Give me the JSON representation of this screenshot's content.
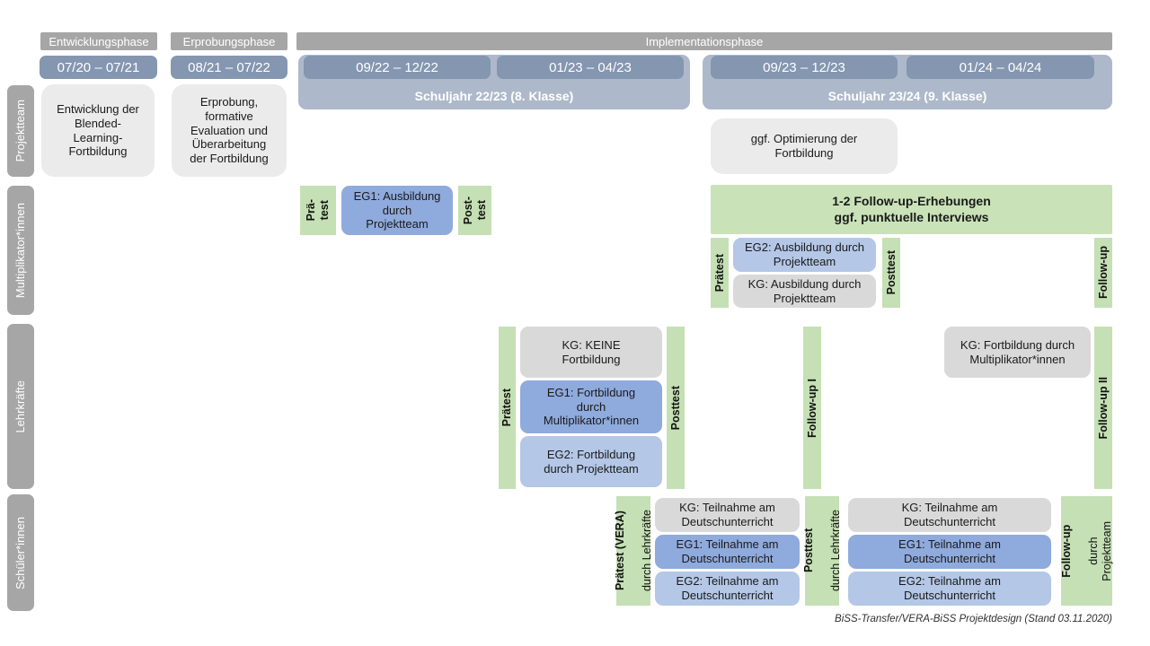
{
  "palette": {
    "phase_gray": "#a6a6a6",
    "date_blue": "#8496b0",
    "schoolyear_blue": "#adb9ca",
    "box_light_gray": "#ebebeb",
    "kg_gray": "#d9d9d9",
    "eg1_blue": "#8faadc",
    "eg2_blue": "#b4c7e7",
    "test_green": "#c5e0b4"
  },
  "phases": {
    "entwicklung": "Entwicklungsphase",
    "erprobung": "Erprobungsphase",
    "implementation": "Implementationsphase"
  },
  "dates": {
    "d1": "07/20 – 07/21",
    "d2": "08/21 – 07/22",
    "d3": "09/22 – 12/22",
    "d4": "01/23 – 04/23",
    "d5": "09/23 – 12/23",
    "d6": "01/24 – 04/24"
  },
  "schoolyears": {
    "y1": "Schuljahr 22/23 (8. Klasse)",
    "y2": "Schuljahr 23/24 (9. Klasse)"
  },
  "row_labels": {
    "projektteam": "Projektteam",
    "multiplikatoren": "Multiplikator*innen",
    "lehrkraefte": "Lehrkräfte",
    "schueler": "Schüler*innen"
  },
  "projektteam": {
    "entwicklung": "Entwicklung der\nBlended-\nLearning-\nFortbildung",
    "erprobung": "Erprobung,\nformative\nEvaluation und\nÜberarbeitung\nder Fortbildung",
    "optimierung": "ggf. Optimierung der\nFortbildung"
  },
  "multiplikatoren": {
    "praetest_1": "Prä-\ntest",
    "eg1": "EG1: Ausbildung\ndurch\nProjektteam",
    "posttest_1": "Post-\ntest",
    "followup_box": "1-2 Follow-up-Erhebungen\nggf. punktuelle Interviews",
    "praetest_2": "Prätest",
    "eg2": "EG2: Ausbildung durch\nProjektteam",
    "kg": "KG: Ausbildung durch\nProjektteam",
    "posttest_2": "Posttest",
    "followup": "Follow-up"
  },
  "lehrkraefte": {
    "praetest": "Prätest",
    "kg": "KG: KEINE\nFortbildung",
    "eg1": "EG1: Fortbildung\ndurch\nMultiplikator*innen",
    "eg2": "EG2: Fortbildung\ndurch Projektteam",
    "posttest": "Posttest",
    "followup1": "Follow-up I",
    "kg2": "KG: Fortbildung durch\nMultiplikator*innen",
    "followup2": "Follow-up II"
  },
  "schueler": {
    "praetest_bold": "Prätest (VERA)",
    "praetest_sub": "durch  Lehrkräfte",
    "kg1": "KG: Teilnahme am\nDeutschunterricht",
    "eg1_1": "EG1: Teilnahme am\nDeutschunterricht",
    "eg2_1": "EG2: Teilnahme am\nDeutschunterricht",
    "posttest_bold": "Posttest",
    "posttest_sub": "durch  Lehrkräfte",
    "kg2": "KG: Teilnahme am\nDeutschunterricht",
    "eg1_2": "EG1: Teilnahme am\nDeutschunterricht",
    "eg2_2": "EG2: Teilnahme am\nDeutschunterricht",
    "followup_bold": "Follow-up",
    "followup_sub": "durch\nProjektteam"
  },
  "caption": "BiSS-Transfer/VERA-BiSS Projektdesign (Stand 03.11.2020)"
}
